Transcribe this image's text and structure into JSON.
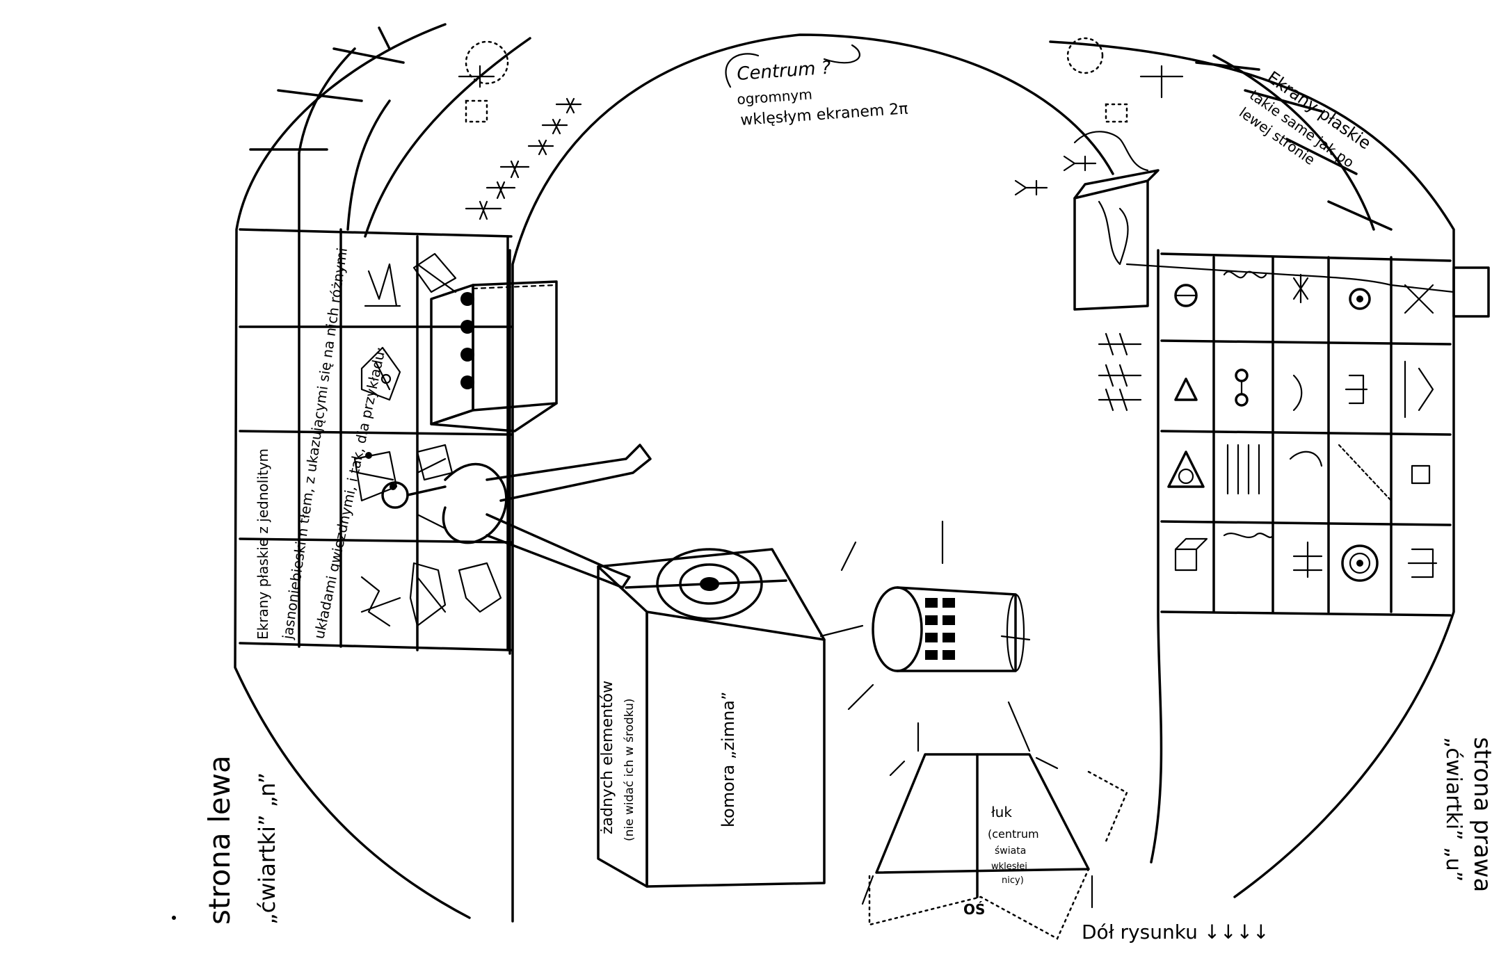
{
  "labels": {
    "left_side_line1": "strona lewa",
    "left_side_line2": "„ćwiartki” „n”",
    "right_side_line1": "strona prawa",
    "right_side_line2": "„ćwiartki” „u”",
    "center_title": "Centrum ?",
    "center_sub_line1": "ogromnym",
    "center_sub_line2": "wklęsłym ekranem 2π",
    "left_screens_note_line1": "Ekrany płaskie z jednolitym",
    "left_screens_note_line2": "jasnoniebieskim tłem, z ukazującymi się na nich różnymi",
    "left_screens_note_line3": "układami gwiezdnymi, i tak, dla przykładu:",
    "right_screens_note_line1": "Ekrany płaskie",
    "right_screens_note_line2": "takie same jak po",
    "right_screens_note_line3": "lewej stronie",
    "chamber": "komora „zimna”",
    "no_elements_line1": "żadnych elementów",
    "no_elements_line2": "(nie widać ich w środku)",
    "arch_line1": "łuk",
    "arch_line2": "(centrum",
    "arch_line3": "świata",
    "arch_line4": "wklęsłej",
    "arch_line5": "nicy)",
    "axis": "OŚ",
    "bottom_note": "Dół rysunku ↓↓↓↓"
  },
  "colors": {
    "ink": "#000000",
    "paper": "#ffffff"
  }
}
